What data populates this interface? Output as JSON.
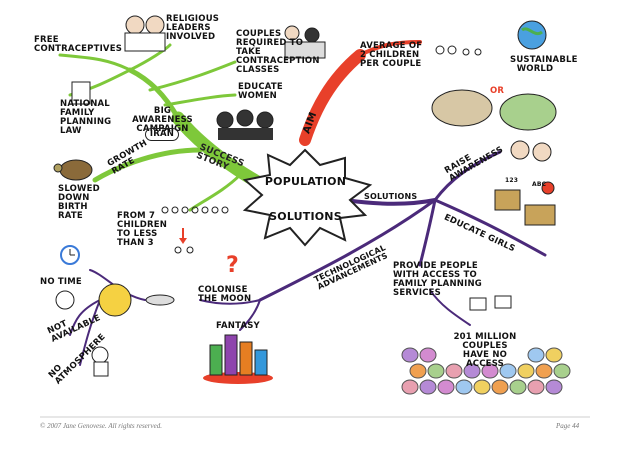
{
  "center": {
    "line1": "POPULATION",
    "line2": "SOLUTIONS"
  },
  "branches": {
    "success_story": "SUCCESS STORY",
    "aim": "AIM",
    "solutions": "SOLUTIONS",
    "technological": "TECHNOLOGICAL ADVANCEMENTS"
  },
  "iran": {
    "tag": "IRAN",
    "campaign": "BIG AWARENESS CAMPAIGN",
    "free_contraceptives": "FREE CONTRACEPTIVES",
    "religious_leaders": "RELIGIOUS LEADERS INVOLVED",
    "couples_required": "COUPLES REQUIRED TO TAKE CONTRACEPTION CLASSES",
    "educate_women": "EDUCATE WOMEN",
    "national_law": "NATIONAL FAMILY PLANNING LAW",
    "growth_rate": "GROWTH RATE",
    "slowed": "SLOWED DOWN BIRTH RATE",
    "from7": "FROM 7 CHILDREN TO LESS THAN 3"
  },
  "aim": {
    "average": "AVERAGE OF 2 CHILDREN PER COUPLE",
    "or": "OR",
    "sustainable": "SUSTAINABLE WORLD"
  },
  "solutions": {
    "raise": "RAISE AWARENESS",
    "educate_girls": "EDUCATE GIRLS",
    "provide": "PROVIDE PEOPLE WITH ACCESS TO FAMILY PLANNING SERVICES",
    "million": "201 MILLION COUPLES HAVE NO ACCESS",
    "abc": "ABC",
    "n123": "123"
  },
  "tech": {
    "colonise": "COLONISE THE MOON",
    "fantasy": "FANTASY",
    "no_time": "NO TIME",
    "not_available": "NOT AVAILABLE",
    "no_atmosphere": "NO ATMOSPHERE",
    "question": "?"
  },
  "footer": {
    "copyright": "© 2007 Jane Genovese. All rights reserved.",
    "page": "Page 44"
  }
}
